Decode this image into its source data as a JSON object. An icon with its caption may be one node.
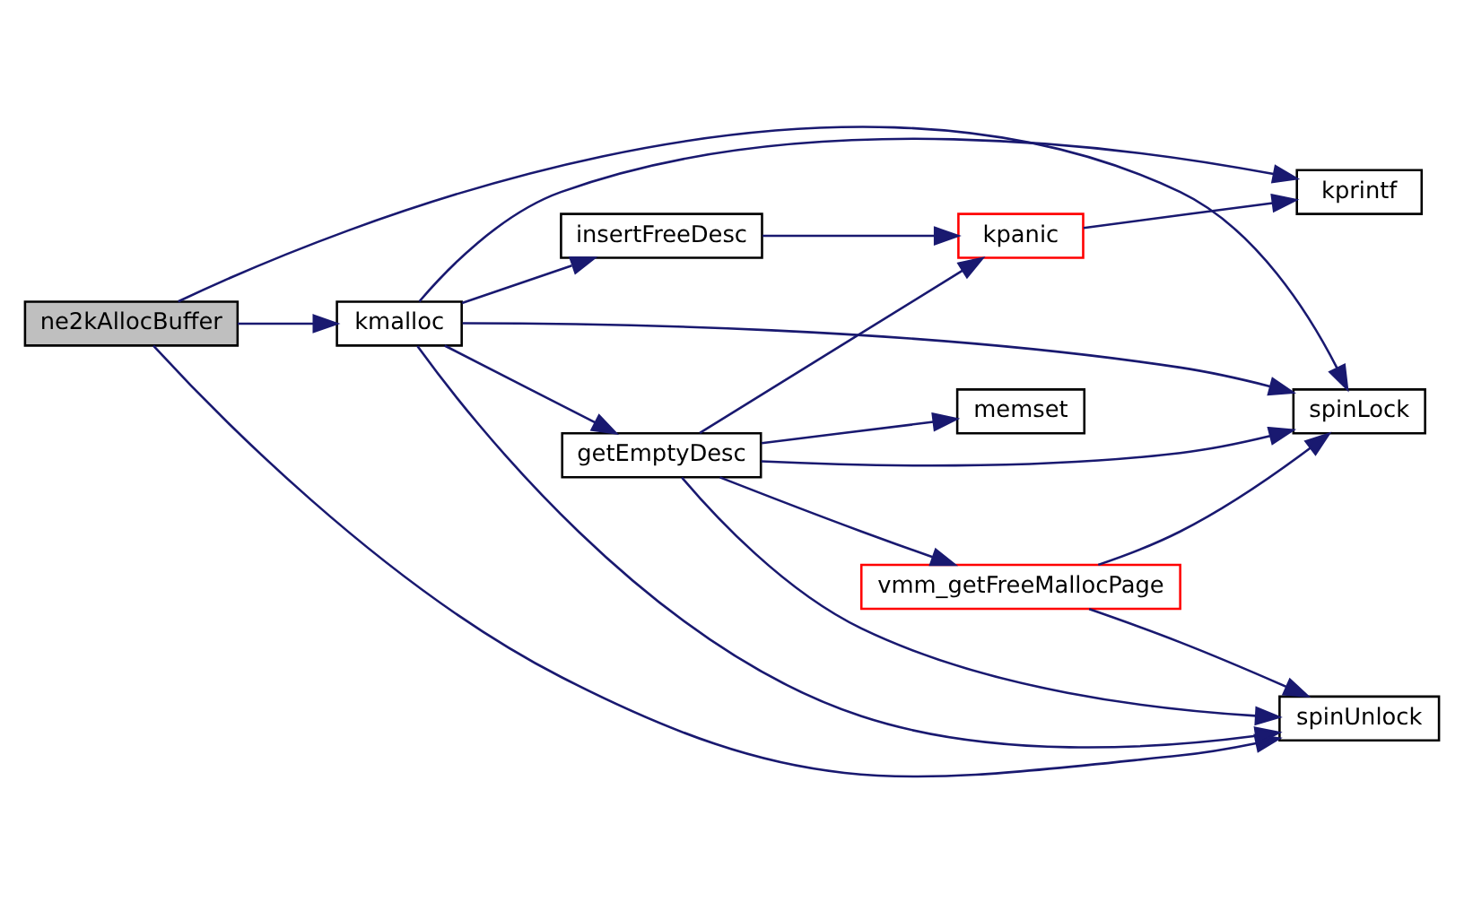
{
  "diagram": {
    "nodes": [
      {
        "text": [
          "ne2kAllocBuffer"
        ]
      },
      {
        "text": [
          "kmalloc"
        ]
      },
      {
        "text": [
          "insertFreeDesc"
        ]
      },
      {
        "text": [
          "getEmptyDesc"
        ]
      },
      {
        "text": [
          "kpanic"
        ]
      },
      {
        "text": [
          "memset"
        ]
      },
      {
        "text": [
          "vmm_getFreeMallocPage"
        ]
      },
      {
        "text": [
          "kprintf"
        ]
      },
      {
        "text": [
          "spinLock"
        ]
      },
      {
        "text": [
          "spinUnlock"
        ]
      }
    ],
    "edges": [
      {
        "from": 0,
        "to": 1,
        "arrow": "to"
      },
      {
        "from": 0,
        "to": 8,
        "arrow": "to"
      },
      {
        "from": 0,
        "to": 9,
        "arrow": "to"
      },
      {
        "from": 1,
        "to": 2,
        "arrow": "to"
      },
      {
        "from": 1,
        "to": 3,
        "arrow": "to"
      },
      {
        "from": 1,
        "to": 7,
        "arrow": "to"
      },
      {
        "from": 1,
        "to": 8,
        "arrow": "to"
      },
      {
        "from": 1,
        "to": 9,
        "arrow": "to"
      },
      {
        "from": 2,
        "to": 4,
        "arrow": "to"
      },
      {
        "from": 4,
        "to": 7,
        "arrow": "to"
      },
      {
        "from": 3,
        "to": 4,
        "arrow": "to"
      },
      {
        "from": 3,
        "to": 5,
        "arrow": "to"
      },
      {
        "from": 3,
        "to": 8,
        "arrow": "to"
      },
      {
        "from": 3,
        "to": 6,
        "arrow": "to"
      },
      {
        "from": 3,
        "to": 9,
        "arrow": "to"
      },
      {
        "from": 6,
        "to": 8,
        "arrow": "to"
      },
      {
        "from": 6,
        "to": 9,
        "arrow": "to"
      }
    ]
  }
}
